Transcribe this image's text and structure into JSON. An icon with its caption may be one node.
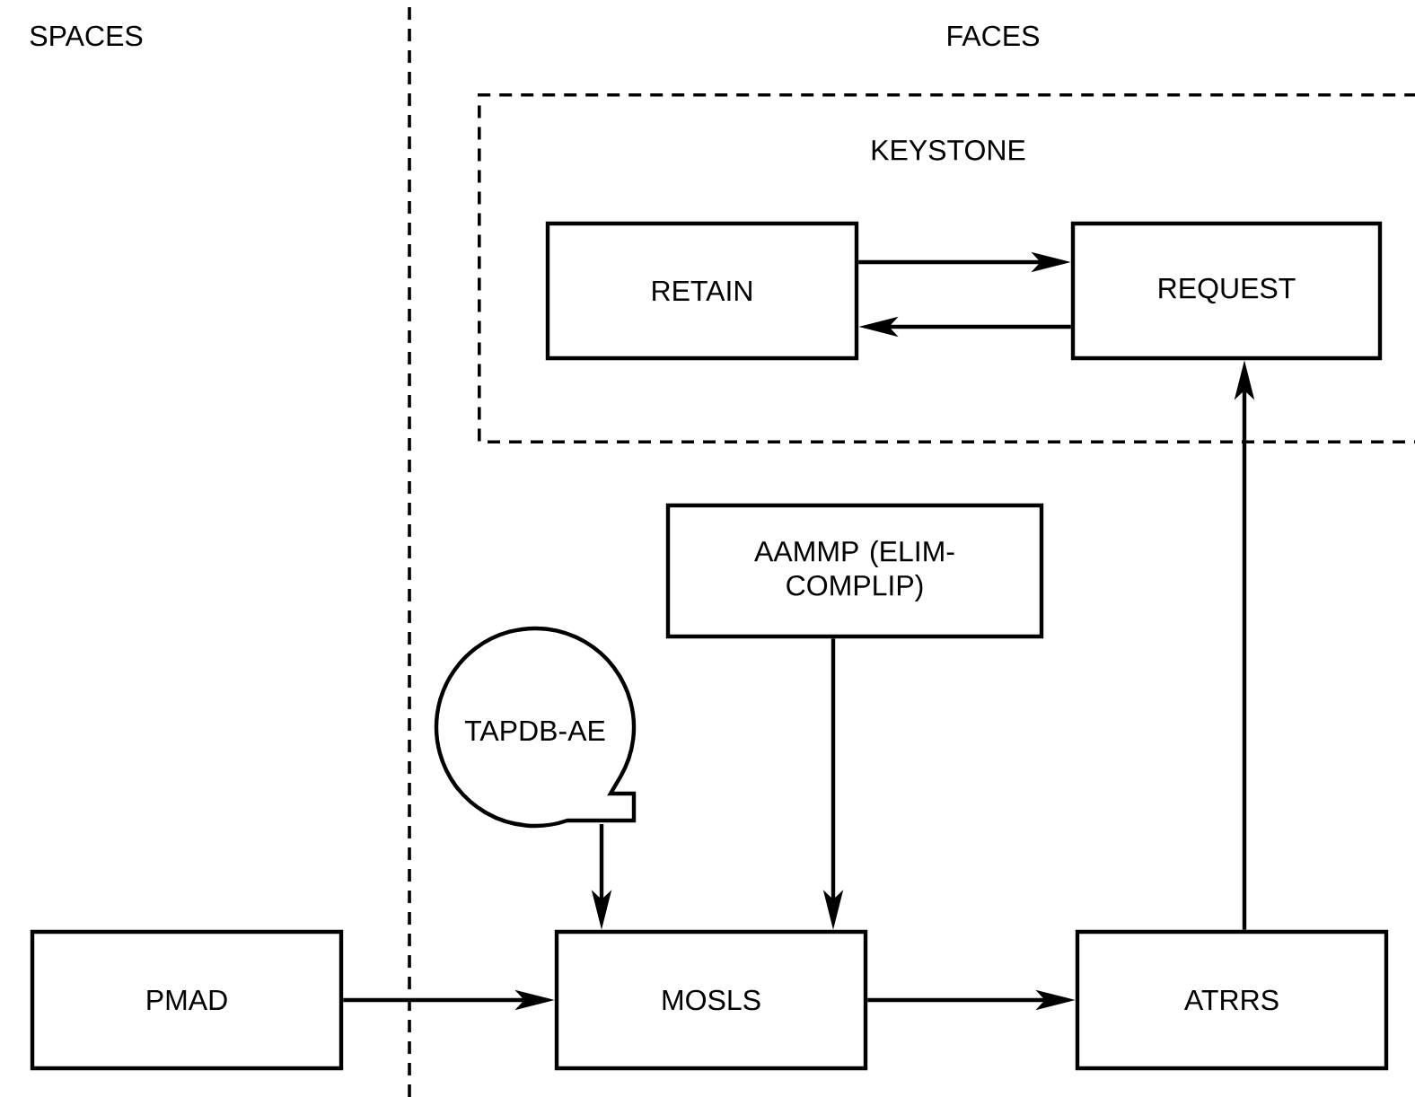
{
  "diagram": {
    "nodes": [
      {
        "text": [
          "KEYSTONE"
        ]
      },
      {
        "text": [
          "RETAIN"
        ],
        "in": 0
      },
      {
        "text": [
          "REQUEST"
        ],
        "in": 0
      },
      {
        "text": [
          "AAMMP (ELIM-COMPLIP)"
        ]
      },
      {
        "text": [
          "TAPDB-AE"
        ]
      },
      {
        "text": [
          "PMAD"
        ]
      },
      {
        "text": [
          "MOSLS"
        ]
      },
      {
        "text": [
          "ATRRS"
        ]
      }
    ],
    "edges": [
      {
        "from": 1,
        "to": 2,
        "arrow": "to"
      },
      {
        "from": 2,
        "to": 1,
        "arrow": "to"
      },
      {
        "from": 7,
        "to": 2,
        "arrow": "to"
      },
      {
        "from": 3,
        "to": 6,
        "arrow": "to"
      },
      {
        "from": 4,
        "to": 6,
        "arrow": "to"
      },
      {
        "from": 5,
        "to": 6,
        "arrow": "to"
      },
      {
        "from": 6,
        "to": 7,
        "arrow": "to"
      }
    ],
    "labels": [
      "SPACES",
      "FACES"
    ]
  }
}
